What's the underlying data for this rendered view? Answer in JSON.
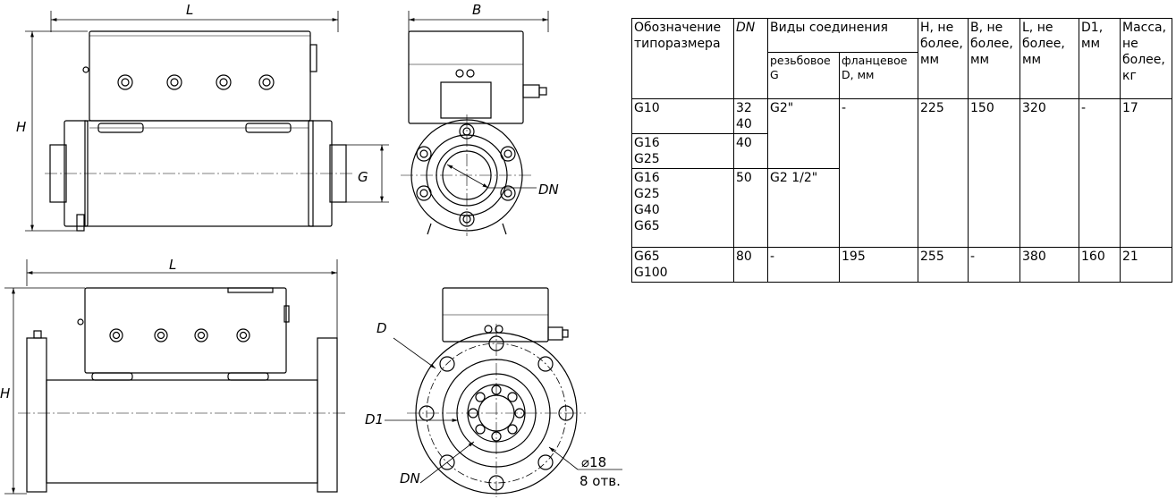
{
  "drawing": {
    "labels": {
      "top_side_length": "L",
      "top_side_height": "H",
      "top_end_width": "B",
      "thread": "G",
      "top_dn": "DN",
      "bottom_side_length": "L",
      "bottom_side_height": "H",
      "flange_d": "D",
      "flange_d1": "D1",
      "bottom_dn": "DN",
      "holes_diameter": "⌀18",
      "holes_count": "8 отв."
    }
  },
  "table": {
    "headers": {
      "size": "Обозначение\nтипоразмера",
      "dn": "DN",
      "connection": "Виды соединения",
      "thread": "резьбовое\nG",
      "flange": "фланцевое\nD, мм",
      "h": "H, не\nболее,\nмм",
      "b": "B, не\nболее,\nмм",
      "l": "L, не\nболее,\nмм",
      "d1": "D1,\nмм",
      "mass": "Масса,\nне\nболее,\nкг"
    },
    "rows": {
      "r1_size": "G10",
      "r1_dn": "32\n40",
      "r2_size": "G16\nG25",
      "r2_dn": "40",
      "r3_size": "G16\nG25\nG40\nG65",
      "r3_dn": "50",
      "r4_size": "G65\nG100",
      "r4_dn": "80",
      "g1": "G2\"",
      "g2": "G2 1/2\"",
      "g3": "-",
      "d_a": "-",
      "d_b": "195",
      "h_a": "225",
      "h_b": "255",
      "b_a": "150",
      "b_b": "-",
      "l_a": "320",
      "l_b": "380",
      "d1_a": "-",
      "d1_b": "160",
      "m_a": "17",
      "m_b": "21"
    }
  }
}
